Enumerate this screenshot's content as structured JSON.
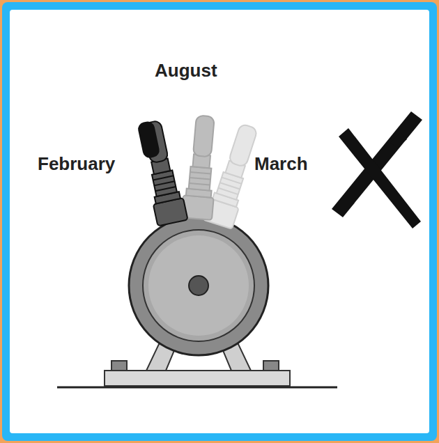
{
  "diagram": {
    "labels": [
      "August",
      "February",
      "March"
    ]
  }
}
